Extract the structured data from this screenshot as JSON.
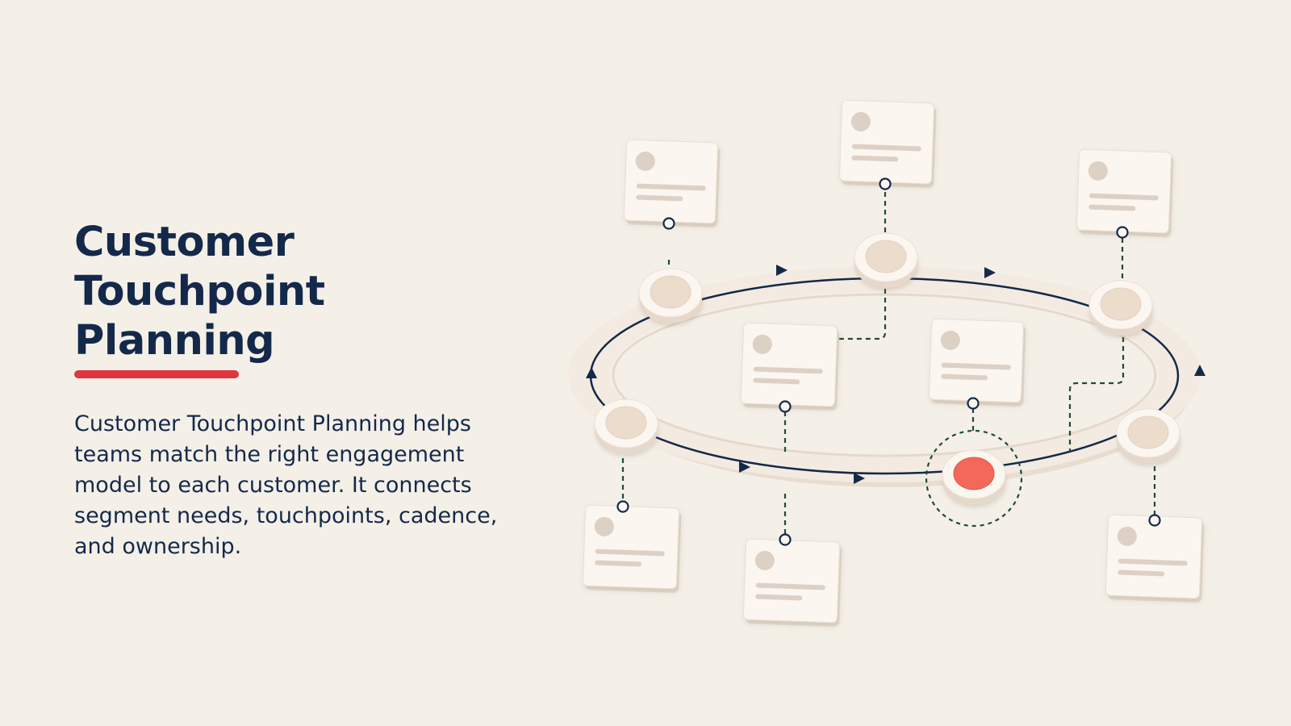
{
  "slide": {
    "title": "Customer Touchpoint Planning",
    "description": "Customer Touchpoint Planning helps teams match the right engagement model to each customer. It connects segment needs, touchpoints, cadence, and ownership."
  },
  "colors": {
    "background": "#f4f0e8",
    "title": "#14294a",
    "accent": "#e0343f",
    "active_node": "#f2685a",
    "loop_path": "#14294a",
    "connector": "#1f4a3c",
    "card": "#fbf6ef",
    "placeholder": "#ddd0c5"
  },
  "diagram": {
    "nodes": [
      {
        "id": "node-top-left",
        "active": false
      },
      {
        "id": "node-top-center",
        "active": false
      },
      {
        "id": "node-top-right",
        "active": false
      },
      {
        "id": "node-left",
        "active": false
      },
      {
        "id": "node-bottom-active",
        "active": true
      },
      {
        "id": "node-right",
        "active": false
      }
    ],
    "card_icon": "profile-card-icon",
    "direction_icon": "arrow-head-icon"
  }
}
